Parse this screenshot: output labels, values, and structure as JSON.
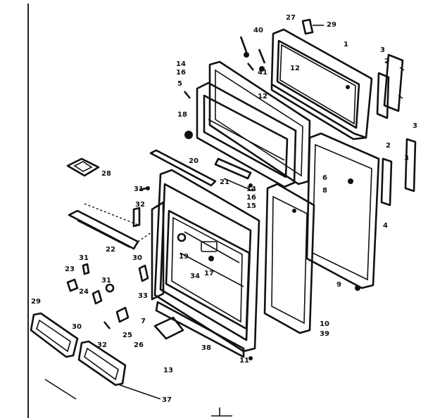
{
  "callouts": [
    {
      "id": "c27",
      "text": "27"
    },
    {
      "id": "c29a",
      "text": "29"
    },
    {
      "id": "c40",
      "text": "40"
    },
    {
      "id": "c41",
      "text": "41"
    },
    {
      "id": "c1",
      "text": "1"
    },
    {
      "id": "c3a",
      "text": "3"
    },
    {
      "id": "c2a",
      "text": "2"
    },
    {
      "id": "c14",
      "text": "14"
    },
    {
      "id": "c16",
      "text": "16"
    },
    {
      "id": "c12a",
      "text": "12"
    },
    {
      "id": "c5a",
      "text": "5"
    },
    {
      "id": "c18",
      "text": "18"
    },
    {
      "id": "c12b",
      "text": "12"
    },
    {
      "id": "c3b",
      "text": "3"
    },
    {
      "id": "c2b",
      "text": "2"
    },
    {
      "id": "c3c",
      "text": "3"
    },
    {
      "id": "c20",
      "text": "20"
    },
    {
      "id": "c28",
      "text": "28"
    },
    {
      "id": "c6",
      "text": "6"
    },
    {
      "id": "c8",
      "text": "8"
    },
    {
      "id": "c21",
      "text": "21"
    },
    {
      "id": "c31a",
      "text": "31"
    },
    {
      "id": "c32a",
      "text": "32"
    },
    {
      "id": "c14b",
      "text": "14"
    },
    {
      "id": "c16b",
      "text": "16"
    },
    {
      "id": "c15",
      "text": "15"
    },
    {
      "id": "c4",
      "text": "4"
    },
    {
      "id": "c22",
      "text": "22"
    },
    {
      "id": "c30a",
      "text": "30"
    },
    {
      "id": "c19",
      "text": "19"
    },
    {
      "id": "c34",
      "text": "34"
    },
    {
      "id": "c17",
      "text": "17"
    },
    {
      "id": "c31b",
      "text": "31"
    },
    {
      "id": "c23",
      "text": "23"
    },
    {
      "id": "c31c",
      "text": "31"
    },
    {
      "id": "c24",
      "text": "24"
    },
    {
      "id": "c33",
      "text": "33"
    },
    {
      "id": "c9",
      "text": "9"
    },
    {
      "id": "c10",
      "text": "10"
    },
    {
      "id": "c39",
      "text": "39"
    },
    {
      "id": "c29b",
      "text": "29"
    },
    {
      "id": "c30b",
      "text": "30"
    },
    {
      "id": "c32b",
      "text": "32"
    },
    {
      "id": "c25",
      "text": "25"
    },
    {
      "id": "c7",
      "text": "7"
    },
    {
      "id": "c26",
      "text": "26"
    },
    {
      "id": "c38",
      "text": "38"
    },
    {
      "id": "c11",
      "text": "11"
    },
    {
      "id": "c13",
      "text": "13"
    },
    {
      "id": "c37",
      "text": "37"
    }
  ]
}
